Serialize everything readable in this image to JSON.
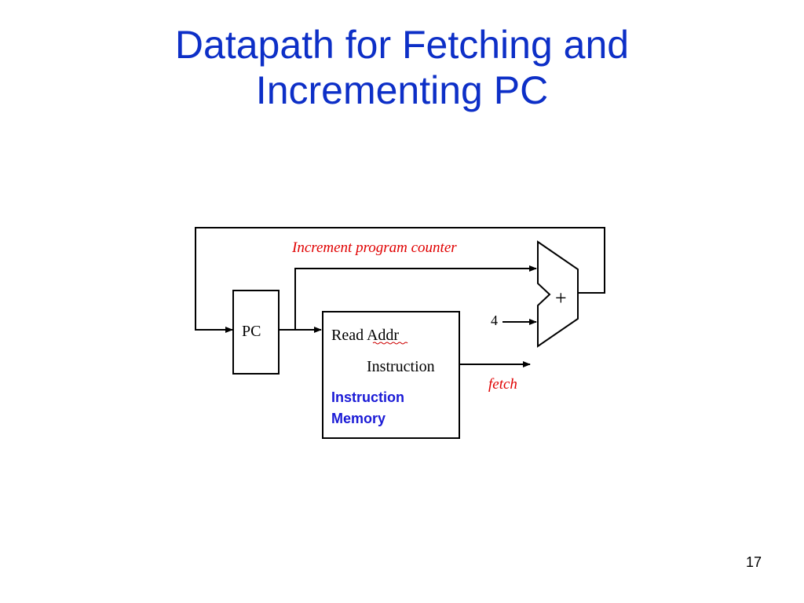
{
  "slide": {
    "title_line1": "Datapath for Fetching and",
    "title_line2": "Incrementing PC",
    "page_number": "17"
  },
  "diagram": {
    "increment_label": "Increment program counter",
    "pc_label": "PC",
    "read_addr_label": "Read Addr",
    "instruction_label": "Instruction",
    "memory_name_line1": "Instruction",
    "memory_name_line2": "Memory",
    "constant_label": "4",
    "adder_symbol": "+",
    "fetch_label": "fetch"
  },
  "colors": {
    "title": "#0d2fc7",
    "annotation_red": "#e00000",
    "memory_name_blue": "#1a1ad6",
    "line": "#000000"
  }
}
